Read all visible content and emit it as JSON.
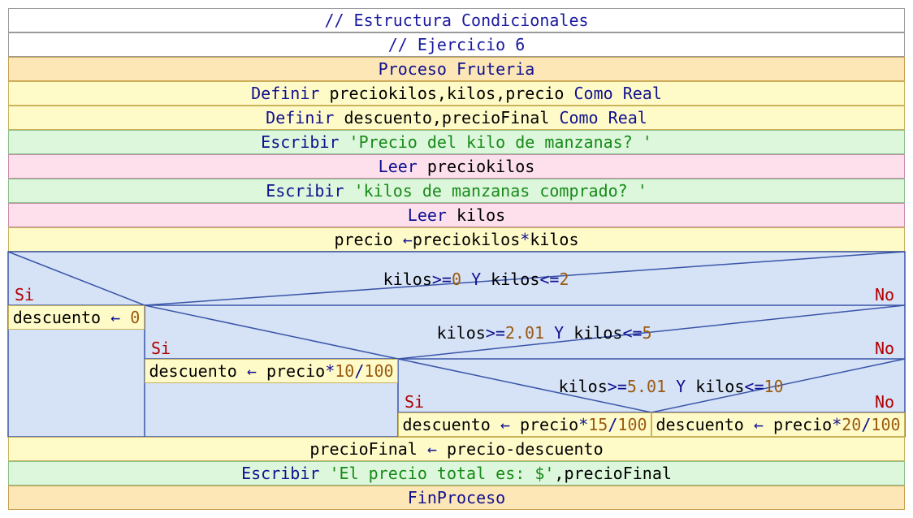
{
  "comment1": "// Estructura Condicionales",
  "comment2": "// Ejercicio 6",
  "proceso": {
    "kw": "Proceso",
    "name": "Fruteria"
  },
  "def1": {
    "kw": "Definir",
    "vars": "preciokilos,kilos,precio",
    "como": "Como",
    "tipo": "Real"
  },
  "def2": {
    "kw": "Definir",
    "vars": "descuento,precioFinal",
    "como": "Como",
    "tipo": "Real"
  },
  "esc1": {
    "kw": "Escribir",
    "str": "'Precio del kilo de manzanas? '"
  },
  "leer1": {
    "kw": "Leer",
    "var": "preciokilos"
  },
  "esc2": {
    "kw": "Escribir",
    "str": "'kilos de manzanas comprado? '"
  },
  "leer2": {
    "kw": "Leer",
    "var": "kilos"
  },
  "asig1": {
    "var": "precio",
    "arrow": "←",
    "expr1": "preciokilos",
    "op": "*",
    "expr2": "kilos"
  },
  "cond1": {
    "v1": "kilos",
    "op1": ">=",
    "n1": "0",
    "y": "Y",
    "v2": "kilos",
    "op2": "<=",
    "n2": "2"
  },
  "cond2": {
    "v1": "kilos",
    "op1": ">=",
    "n1": "2.01",
    "y": "Y",
    "v2": "kilos",
    "op2": "<=",
    "n2": "5"
  },
  "cond3": {
    "v1": "kilos",
    "op1": ">=",
    "n1": "5.01",
    "y": "Y",
    "v2": "kilos",
    "op2": "<=",
    "n2": "10"
  },
  "si": "Si",
  "no": "No",
  "b1": {
    "var": "descuento",
    "arrow": "←",
    "n": "0"
  },
  "b2": {
    "var": "descuento",
    "arrow": "←",
    "v": "precio",
    "op": "*",
    "n1": "10",
    "div": "/",
    "n2": "100"
  },
  "b3": {
    "var": "descuento",
    "arrow": "←",
    "v": "precio",
    "op": "*",
    "n1": "15",
    "div": "/",
    "n2": "100"
  },
  "b4": {
    "var": "descuento",
    "arrow": "←",
    "v": "precio",
    "op": "*",
    "n1": "20",
    "div": "/",
    "n2": "100"
  },
  "asig2": {
    "var": "precioFinal",
    "arrow": "←",
    "expr": "precio-descuento"
  },
  "esc3": {
    "kw": "Escribir",
    "str": "'El precio total es: $'",
    "comma": ",",
    "var": "precioFinal"
  },
  "fin": "FinProceso",
  "colors": {
    "cond_fill": "#d6e2f6",
    "cond_line": "#3a55a8",
    "si_no": "#b00000"
  }
}
